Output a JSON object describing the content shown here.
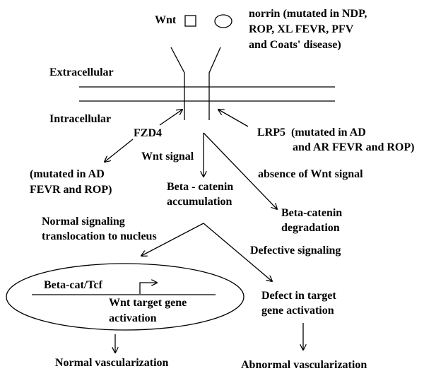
{
  "ligands": {
    "wnt": "Wnt",
    "norrin_lines": [
      "norrin (mutated in NDP,",
      "ROP, XL FEVR, PFV",
      "and Coats' disease)"
    ]
  },
  "membrane": {
    "extracellular": "Extracellular",
    "intracellular": "Intracellular"
  },
  "receptors": {
    "fzd4": "FZD4",
    "lrp5_lines": [
      "LRP5  (mutated in AD",
      "and AR FEVR and ROP)"
    ],
    "fzd4_mutation_lines": [
      "(mutated in AD",
      "FEVR and ROP)"
    ]
  },
  "signals": {
    "wnt_signal": "Wnt signal",
    "absence": "absence of Wnt signal"
  },
  "nodes": {
    "accumulation_lines": [
      "Beta - catenin",
      "accumulation"
    ],
    "degradation_lines": [
      "Beta-catenin",
      "degradation"
    ],
    "normal_signaling_lines": [
      "Normal signaling",
      "translocation to nucleus"
    ],
    "defective_signaling": "Defective signaling",
    "beta_cat_tcf": "Beta-cat/Tcf",
    "wnt_target_lines": [
      "Wnt target gene",
      "activation"
    ],
    "defect_lines": [
      "Defect in target",
      "gene activation"
    ],
    "normal_vasc": "Normal vascularization",
    "abnormal_vasc": "Abnormal vascularization"
  }
}
